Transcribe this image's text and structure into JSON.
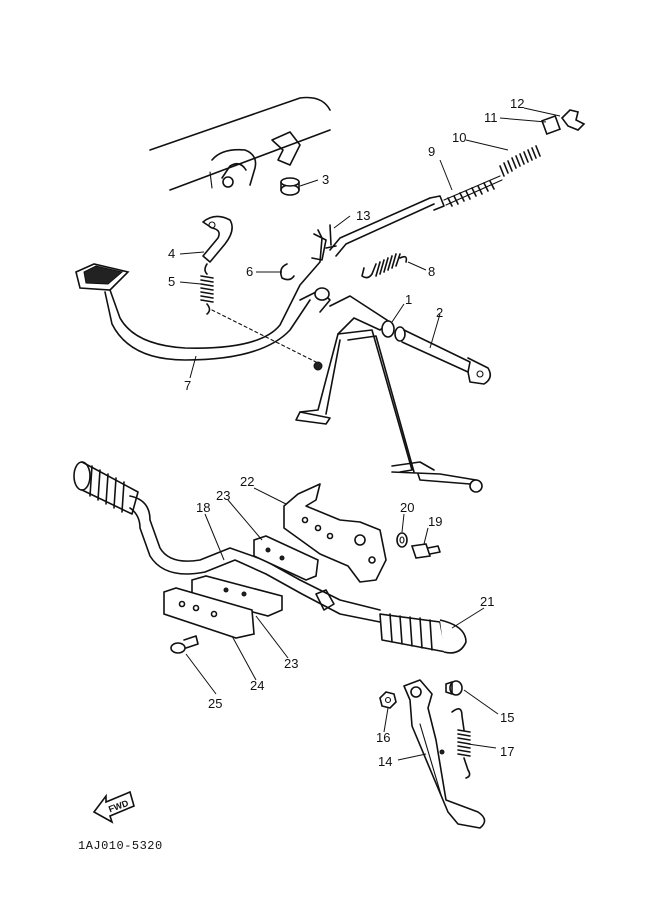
{
  "labels": {
    "n1": "1",
    "n2": "2",
    "n3": "3",
    "n4": "4",
    "n5": "5",
    "n6": "6",
    "n7": "7",
    "n8": "8",
    "n9": "9",
    "n10": "10",
    "n11": "11",
    "n12": "12",
    "n13": "13",
    "n14": "14",
    "n15": "15",
    "n16": "16",
    "n17": "17",
    "n18": "18",
    "n19": "19",
    "n20": "20",
    "n21": "21",
    "n22": "22",
    "n23a": "23",
    "n23b": "23",
    "n24": "24",
    "n25": "25"
  },
  "fwd_label": "FWD",
  "diagram_code": "1AJ010-5320"
}
